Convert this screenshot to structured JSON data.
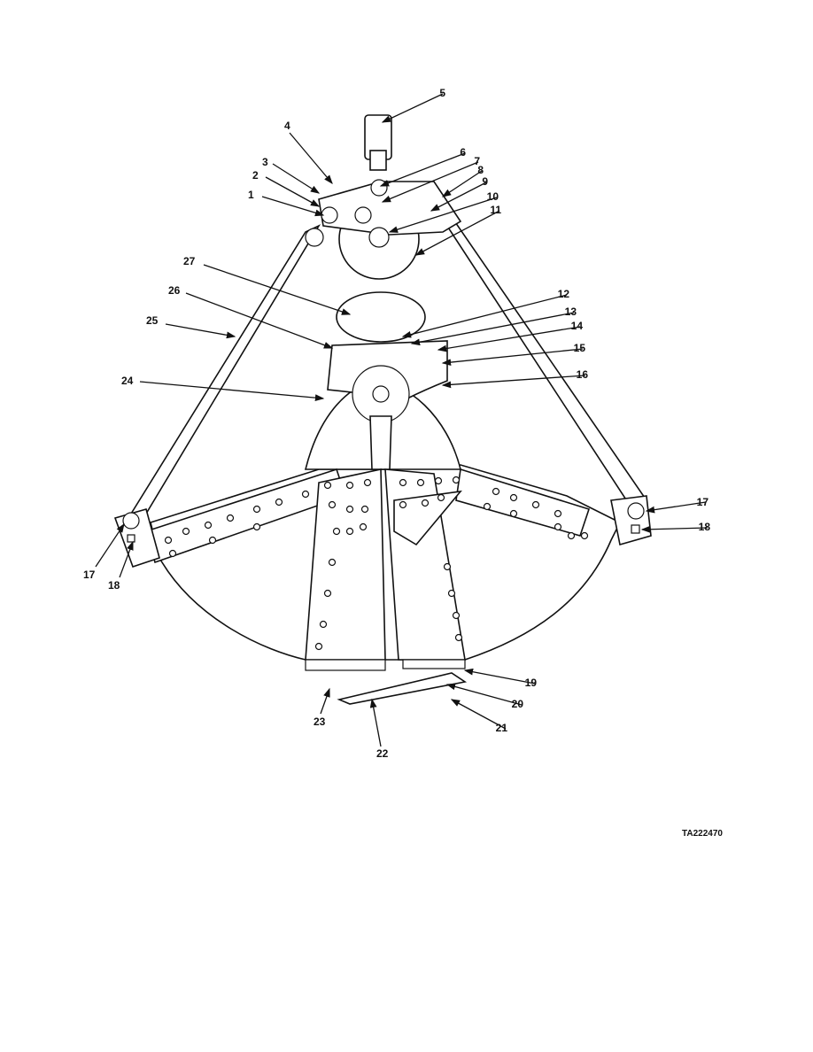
{
  "figure": {
    "drawing_id": "TA222470",
    "callouts": [
      "1",
      "2",
      "3",
      "4",
      "5",
      "6",
      "7",
      "8",
      "9",
      "10",
      "11",
      "12",
      "13",
      "14",
      "15",
      "16",
      "17",
      "17",
      "18",
      "18",
      "19",
      "20",
      "21",
      "22",
      "23",
      "24",
      "25",
      "26",
      "27"
    ]
  }
}
